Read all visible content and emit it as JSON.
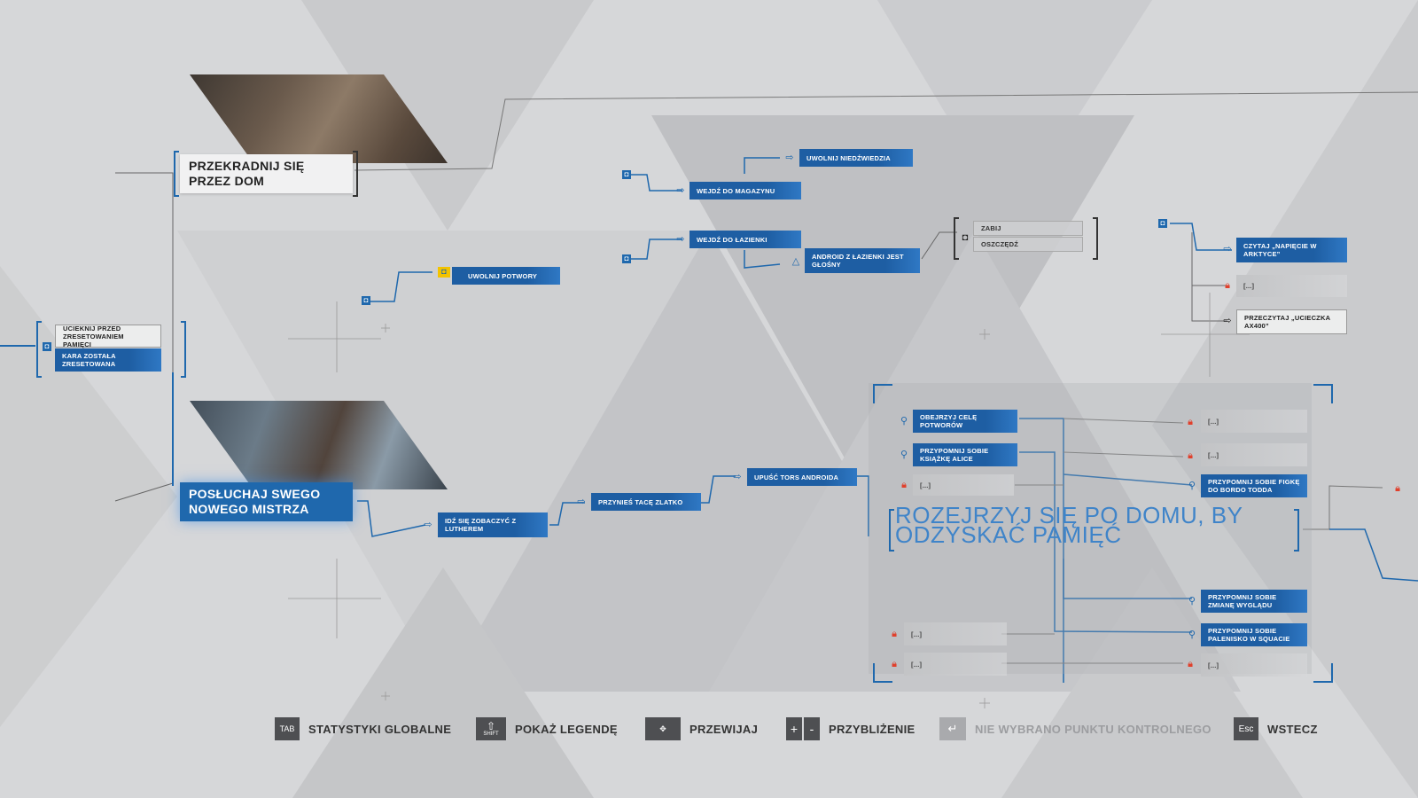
{
  "chapters": {
    "sneak": "PRZEKRADNIJ SIĘ PRZEZ DOM",
    "listen": "POSŁUCHAJ SWEGO NOWEGO MISTRZA"
  },
  "left_group": {
    "top": "UCIEKNIJ PRZED ZRESETOWANIEM PAMIĘCI",
    "bottom": "KARA ZOSTAŁA ZRESETOWANA"
  },
  "nodes": {
    "free_monsters": "UWOLNIJ POTWORY",
    "enter_storage": "WEJDŹ DO MAGAZYNU",
    "free_bear": "UWOLNIJ NIEDŹWIEDZIA",
    "enter_bathroom": "WEJDŹ DO ŁAZIENKI",
    "android_loud": "ANDROID Z ŁAZIENKI JEST GŁOŚNY",
    "kill": "ZABIJ",
    "spare": "OSZCZĘDŹ",
    "read_tension": "CZYTAJ „NAPIĘCIE W ARKTYCE”",
    "locked_a": "[...]",
    "read_escape": "PRZECZYTAJ „UCIECZKA AX400”",
    "go_luther": "IDŹ SIĘ ZOBACZYĆ Z LUTHEREM",
    "bring_tray": "PRZYNIEŚ TACĘ ZLATKO",
    "drop_torso": "UPUŚĆ TORS ANDROIDA"
  },
  "memory": {
    "title": "ROZEJRZYJ SIĘ PO DOMU, BY ODZYSKAĆ PAMIĘĆ",
    "inspect_cells": "OBEJRZYJ CELĘ POTWORÓW",
    "remember_book": "PRZYPOMNIJ SOBIE KSIĄŻKĘ ALICE",
    "locked_left1": "[...]",
    "remember_boat": "PRZYPOMNIJ SOBIE FIGKĘ DO BORDO TODDA",
    "locked_r1": "[...]",
    "locked_r2": "[...]",
    "remember_look": "PRZYPOMNIJ SOBIE ZMIANĘ WYGLĄDU",
    "remember_fire": "PRZYPOMNIJ SOBIE PALENISKO W SQUACIE",
    "locked_left2": "[...]",
    "locked_left3": "[...]",
    "locked_r3": "[...]"
  },
  "footer": {
    "tab_key": "TAB",
    "tab_label": "STATYSTYKI GLOBALNE",
    "legend_key": "SHIFT",
    "legend_label": "POKAŻ LEGENDĘ",
    "scroll_label": "PRZEWIJAJ",
    "zoom_label": "PRZYBLIŻENIE",
    "checkpoint_label": "NIE WYBRANO PUNKTU KONTROLNEGO",
    "esc_key": "Esc",
    "back_label": "WSTECZ"
  },
  "colors": {
    "accent": "#1f68ad",
    "lock": "#e0402c",
    "yellow": "#f3c300"
  },
  "icons": [
    "lock-icon",
    "magnifier-icon",
    "arrow-icon",
    "triangle-icon",
    "connector-icon"
  ]
}
